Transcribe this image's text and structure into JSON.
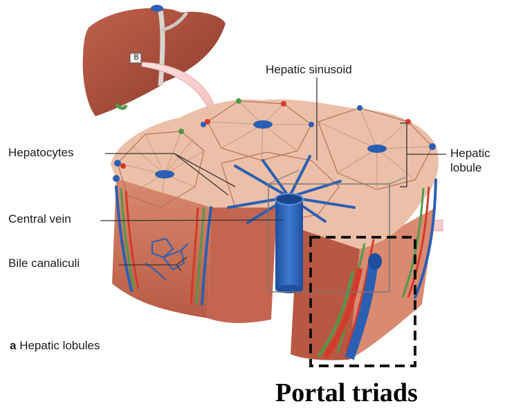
{
  "labels": {
    "hepatic_sinusoid": "Hepatic sinusoid",
    "hepatocytes": "Hepatocytes",
    "hepatic_lobule_line1": "Hepatic",
    "hepatic_lobule_line2": "lobule",
    "central_vein": "Central vein",
    "bile_canaliculi": "Bile canaliculi",
    "inset_marker": "B"
  },
  "caption": {
    "letter": "a",
    "text": "Hepatic lobules"
  },
  "overlay": {
    "portal_triads": "Portal triads"
  },
  "colors": {
    "liver": "#a84a3a",
    "tissue": "#e9b7a0",
    "vein_blue": "#2b5fb3",
    "artery_red": "#d43a2a",
    "bile_green": "#4f9a4a",
    "cut_face": "#c96a54"
  }
}
